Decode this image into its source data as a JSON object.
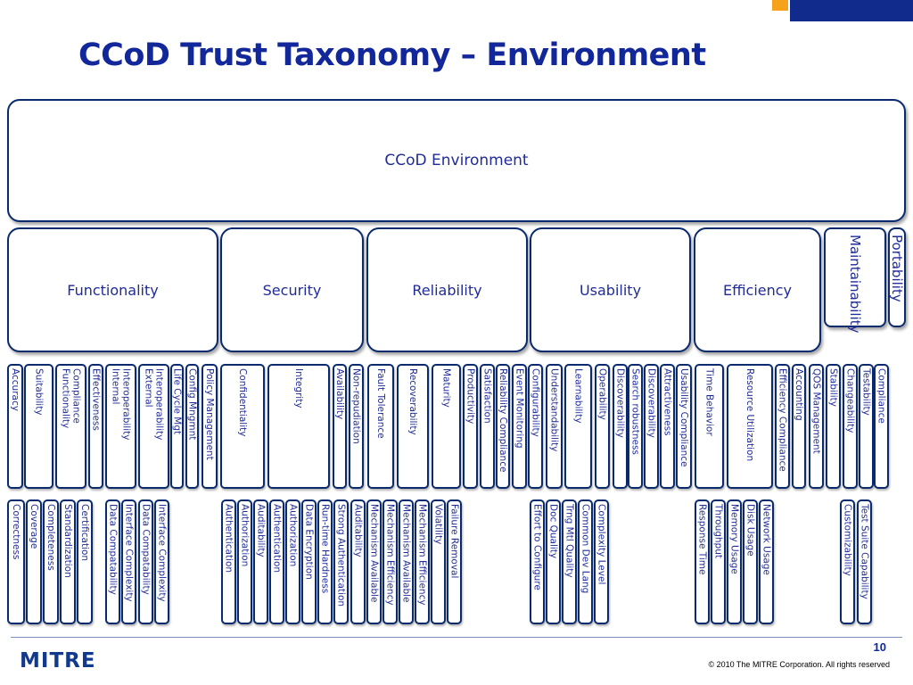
{
  "title": "CCoD Trust Taxonomy – Environment",
  "environment": "CCoD Environment",
  "categories": [
    {
      "label": "Functionality",
      "rotated": false
    },
    {
      "label": "Security",
      "rotated": false
    },
    {
      "label": "Reliability",
      "rotated": false
    },
    {
      "label": "Usability",
      "rotated": false
    },
    {
      "label": "Efficiency",
      "rotated": false
    },
    {
      "label": "Maintainability",
      "rotated": true
    },
    {
      "label": "Portability",
      "rotated": true
    }
  ],
  "attributes": [
    [
      "Accuracy"
    ],
    [
      "Suitability"
    ],
    [
      "Functionality",
      "Compliance"
    ],
    [
      "Effectiveness"
    ],
    [
      "Internal",
      "Interoperability"
    ],
    [
      "External",
      "Interoperability"
    ],
    [
      "Life Cycle Mgt"
    ],
    [
      "Config Mngmnt"
    ],
    [
      "Policy Management"
    ],
    [
      "Confidentiality"
    ],
    [
      "Integrity"
    ],
    [
      "Availability"
    ],
    [
      "Non-repudiation"
    ],
    [
      "Fault Tolerance"
    ],
    [
      "Recoverability"
    ],
    [
      "Maturity"
    ],
    [
      "Productivity"
    ],
    [
      "Satisfaction"
    ],
    [
      "Reliability Compliance"
    ],
    [
      "Event Monitoring"
    ],
    [
      "Configurability"
    ],
    [
      "Understandability"
    ],
    [
      "Learnability"
    ],
    [
      "Operability"
    ],
    [
      "Discoverability"
    ],
    [
      "Search robustness"
    ],
    [
      "Discoverability"
    ],
    [
      "Attractiveness"
    ],
    [
      "Usability Compliance"
    ],
    [
      "Time Behavior"
    ],
    [
      "Resource Utilization"
    ],
    [
      "Efficiency Compliance"
    ],
    [
      "Accounting"
    ],
    [
      "QOS Management"
    ],
    [
      "Stability"
    ],
    [
      "Changeability"
    ],
    [
      "Testability"
    ],
    [
      "Compliance"
    ]
  ],
  "measures": [
    [
      "Correctness"
    ],
    [
      "Coverage"
    ],
    [
      "Completeness"
    ],
    [
      "Standardization"
    ],
    [
      "Certification"
    ],
    [
      "Data Compatability"
    ],
    [
      "Interface Complexity"
    ],
    [
      "Data Compatability"
    ],
    [
      "Interface Complexity"
    ],
    [
      "Authentication"
    ],
    [
      "Authorization"
    ],
    [
      "Auditability"
    ],
    [
      "Authentication"
    ],
    [
      "Authorization"
    ],
    [
      "Data Encryption"
    ],
    [
      "Run-time Hardness"
    ],
    [
      "Strong Authentication"
    ],
    [
      "Auditability"
    ],
    [
      "Mechanism Available"
    ],
    [
      "Mechanism Efficiency"
    ],
    [
      "Mechanism Available"
    ],
    [
      "Mechanism Efficiency"
    ],
    [
      "Volatility"
    ],
    [
      "Failure Removal"
    ],
    [
      "Effort to Configure"
    ],
    [
      "Doc Quality"
    ],
    [
      "Trng Mtl Quality"
    ],
    [
      "Common Dev Lang"
    ],
    [
      "Complexity Level"
    ],
    [
      "Response Time"
    ],
    [
      "Throughput"
    ],
    [
      "Memory Usage"
    ],
    [
      "Disk Usage"
    ],
    [
      "Network Usage"
    ],
    [
      "Customizability"
    ],
    [
      "Test Suite Capability"
    ]
  ],
  "footer": {
    "logo": "MITRE",
    "page_number": "10",
    "copyright": "© 2010 The MITRE Corporation. All rights reserved"
  }
}
